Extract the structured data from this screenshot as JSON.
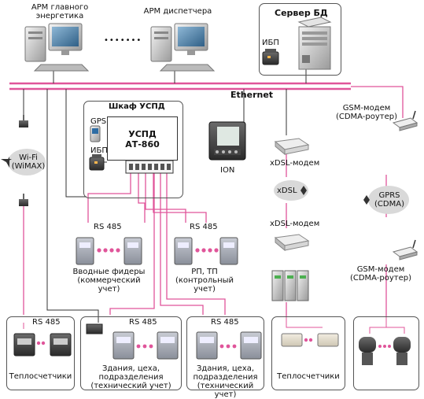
{
  "workstations": [
    {
      "label": "АРМ главного\nэнергетика"
    },
    {
      "label": "АРМ диспетчера"
    }
  ],
  "ellipsis": "•••••••",
  "server": {
    "title": "Сервер БД",
    "ups": "ИБП"
  },
  "network": {
    "ethernet": "Ethernet"
  },
  "cabinet": {
    "title": "Шкаф УСПД",
    "gps": "GPS",
    "ups": "ИБП",
    "device": "УСПД\nАТ-860"
  },
  "ion": "ION",
  "xdsl_modem_top": "xDSL-модем",
  "xdsl_modem_bottom": "xDSL-модем",
  "xdsl": "xDSL",
  "gsm_top": "GSM-модем\n(CDMA-роутер)",
  "gsm_bottom": "GSM-модем\n(CDMA-роутер)",
  "gprs": "GPRS\n(CDMA)",
  "wifi": "Wi-Fi\n(WiMAX)",
  "rs485": "RS 485",
  "groups": {
    "feeders": "Вводные фидеры\n(коммерческий\nучет)",
    "rp_tp": "РП, ТП\n(контрольный\nучет)"
  },
  "bottom_groups": [
    {
      "label": "Теплосчетчики"
    },
    {
      "label": "Здания, цеха,\nподразделения\n(технический учет)"
    },
    {
      "label": "Здания, цеха,\nподразделения\n(технический учет)"
    },
    {
      "label": "Теплосчетчики"
    }
  ],
  "colors": {
    "link": "#e0559a",
    "line": "#333333",
    "group_bg": "#dcdcdc",
    "box_border": "#555555"
  }
}
